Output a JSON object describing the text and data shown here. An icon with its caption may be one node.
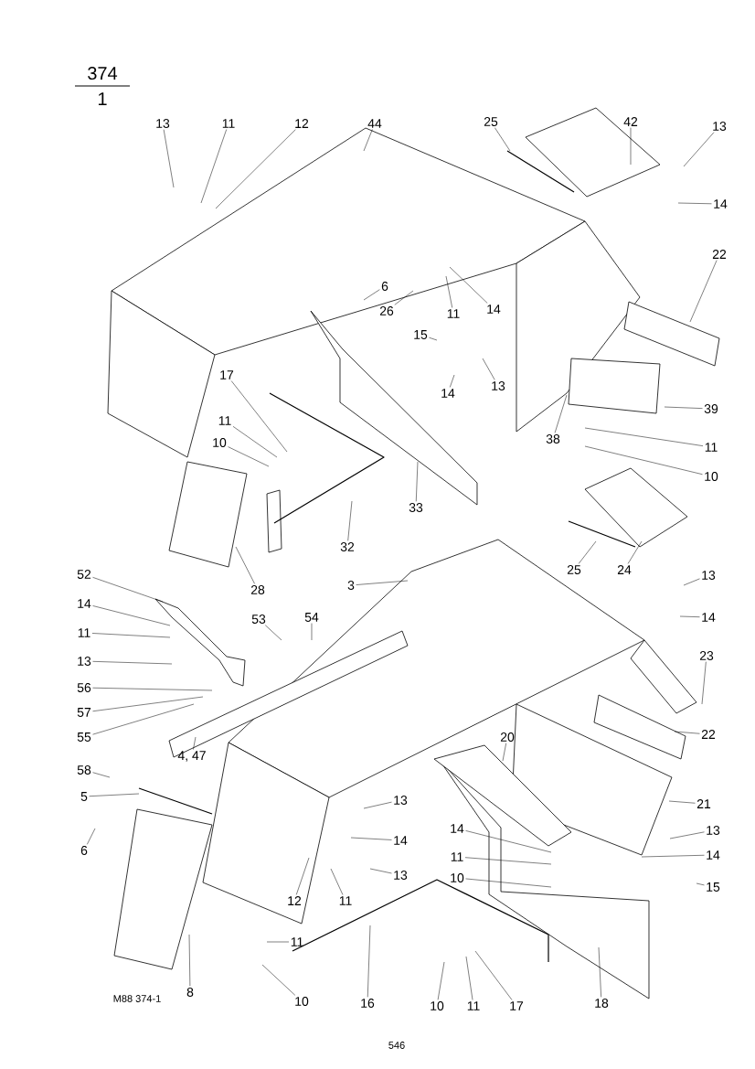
{
  "diagram": {
    "nodes": [
      {
        "text": [
          "13"
        ]
      },
      {
        "text": [
          "11"
        ]
      },
      {
        "text": [
          "12"
        ]
      },
      {
        "text": [
          "44"
        ]
      },
      {
        "text": [
          "25"
        ]
      },
      {
        "text": [
          "42"
        ]
      },
      {
        "text": [
          "13"
        ]
      },
      {
        "text": [
          "14"
        ]
      },
      {
        "text": [
          "6"
        ]
      },
      {
        "text": [
          "26"
        ]
      },
      {
        "text": [
          "11"
        ]
      },
      {
        "text": [
          "14"
        ]
      },
      {
        "text": [
          "22"
        ]
      },
      {
        "text": [
          "15"
        ]
      },
      {
        "text": [
          "14"
        ]
      },
      {
        "text": [
          "13"
        ]
      },
      {
        "text": [
          "17"
        ]
      },
      {
        "text": [
          "11"
        ]
      },
      {
        "text": [
          "10"
        ]
      },
      {
        "text": [
          "39"
        ]
      },
      {
        "text": [
          "38"
        ]
      },
      {
        "text": [
          "11"
        ]
      },
      {
        "text": [
          "10"
        ]
      },
      {
        "text": [
          "33"
        ]
      },
      {
        "text": [
          "32"
        ]
      },
      {
        "text": [
          "28"
        ]
      },
      {
        "text": [
          "25"
        ]
      },
      {
        "text": [
          "24"
        ]
      },
      {
        "text": [
          "3"
        ]
      },
      {
        "text": [
          "13"
        ]
      },
      {
        "text": [
          "14"
        ]
      },
      {
        "text": [
          "52"
        ]
      },
      {
        "text": [
          "14"
        ]
      },
      {
        "text": [
          "11"
        ]
      },
      {
        "text": [
          "13"
        ]
      },
      {
        "text": [
          "56"
        ]
      },
      {
        "text": [
          "57"
        ]
      },
      {
        "text": [
          "55"
        ]
      },
      {
        "text": [
          "53"
        ]
      },
      {
        "text": [
          "54"
        ]
      },
      {
        "text": [
          "23"
        ]
      },
      {
        "text": [
          "4, 47"
        ]
      },
      {
        "text": [
          "22"
        ]
      },
      {
        "text": [
          "20"
        ]
      },
      {
        "text": [
          "58"
        ]
      },
      {
        "text": [
          "5"
        ]
      },
      {
        "text": [
          "6"
        ]
      },
      {
        "text": [
          "13"
        ]
      },
      {
        "text": [
          "14"
        ]
      },
      {
        "text": [
          "14"
        ]
      },
      {
        "text": [
          "13"
        ]
      },
      {
        "text": [
          "21"
        ]
      },
      {
        "text": [
          "11"
        ]
      },
      {
        "text": [
          "14"
        ]
      },
      {
        "text": [
          "13"
        ]
      },
      {
        "text": [
          "12"
        ]
      },
      {
        "text": [
          "11"
        ]
      },
      {
        "text": [
          "10"
        ]
      },
      {
        "text": [
          "15"
        ]
      },
      {
        "text": [
          "11"
        ]
      },
      {
        "text": [
          "8"
        ]
      },
      {
        "text": [
          "10"
        ]
      },
      {
        "text": [
          "16"
        ]
      },
      {
        "text": [
          "10"
        ]
      },
      {
        "text": [
          "11"
        ]
      },
      {
        "text": [
          "17"
        ]
      },
      {
        "text": [
          "18"
        ]
      }
    ],
    "edges": [
      {
        "from": 0,
        "to": null,
        "arrow": "none"
      },
      {
        "from": 1,
        "to": null,
        "arrow": "none"
      },
      {
        "from": 2,
        "to": null,
        "arrow": "none"
      },
      {
        "from": 3,
        "to": null,
        "arrow": "none"
      },
      {
        "from": 4,
        "to": null,
        "arrow": "none"
      },
      {
        "from": 5,
        "to": null,
        "arrow": "none"
      },
      {
        "from": 6,
        "to": null,
        "arrow": "none"
      },
      {
        "from": 7,
        "to": null,
        "arrow": "none"
      },
      {
        "from": 8,
        "to": null,
        "arrow": "none"
      },
      {
        "from": 9,
        "to": null,
        "arrow": "none"
      },
      {
        "from": 10,
        "to": null,
        "arrow": "none"
      },
      {
        "from": 11,
        "to": null,
        "arrow": "none"
      },
      {
        "from": 12,
        "to": null,
        "arrow": "none"
      },
      {
        "from": 13,
        "to": null,
        "arrow": "none"
      },
      {
        "from": 14,
        "to": null,
        "arrow": "none"
      },
      {
        "from": 15,
        "to": null,
        "arrow": "none"
      },
      {
        "from": 16,
        "to": null,
        "arrow": "none"
      },
      {
        "from": 17,
        "to": null,
        "arrow": "none"
      },
      {
        "from": 18,
        "to": null,
        "arrow": "none"
      },
      {
        "from": 19,
        "to": null,
        "arrow": "none"
      },
      {
        "from": 20,
        "to": null,
        "arrow": "none"
      },
      {
        "from": 21,
        "to": null,
        "arrow": "none"
      },
      {
        "from": 22,
        "to": null,
        "arrow": "none"
      },
      {
        "from": 23,
        "to": null,
        "arrow": "none"
      },
      {
        "from": 24,
        "to": null,
        "arrow": "none"
      },
      {
        "from": 25,
        "to": null,
        "arrow": "none"
      },
      {
        "from": 26,
        "to": null,
        "arrow": "none"
      },
      {
        "from": 27,
        "to": null,
        "arrow": "none"
      },
      {
        "from": 28,
        "to": null,
        "arrow": "none"
      },
      {
        "from": 29,
        "to": null,
        "arrow": "none"
      },
      {
        "from": 30,
        "to": null,
        "arrow": "none"
      },
      {
        "from": 31,
        "to": null,
        "arrow": "none"
      },
      {
        "from": 32,
        "to": null,
        "arrow": "none"
      },
      {
        "from": 33,
        "to": null,
        "arrow": "none"
      },
      {
        "from": 34,
        "to": null,
        "arrow": "none"
      },
      {
        "from": 35,
        "to": null,
        "arrow": "none"
      },
      {
        "from": 36,
        "to": null,
        "arrow": "none"
      },
      {
        "from": 37,
        "to": null,
        "arrow": "none"
      },
      {
        "from": 38,
        "to": null,
        "arrow": "none"
      },
      {
        "from": 39,
        "to": null,
        "arrow": "none"
      },
      {
        "from": 40,
        "to": null,
        "arrow": "none"
      },
      {
        "from": 41,
        "to": null,
        "arrow": "none"
      },
      {
        "from": 42,
        "to": null,
        "arrow": "none"
      },
      {
        "from": 43,
        "to": null,
        "arrow": "none"
      },
      {
        "from": 44,
        "to": null,
        "arrow": "none"
      },
      {
        "from": 45,
        "to": null,
        "arrow": "none"
      },
      {
        "from": 46,
        "to": null,
        "arrow": "none"
      },
      {
        "from": 47,
        "to": null,
        "arrow": "none"
      },
      {
        "from": 48,
        "to": null,
        "arrow": "none"
      },
      {
        "from": 49,
        "to": null,
        "arrow": "none"
      },
      {
        "from": 50,
        "to": null,
        "arrow": "none"
      },
      {
        "from": 51,
        "to": null,
        "arrow": "none"
      },
      {
        "from": 52,
        "to": null,
        "arrow": "none"
      },
      {
        "from": 53,
        "to": null,
        "arrow": "none"
      },
      {
        "from": 54,
        "to": null,
        "arrow": "none"
      },
      {
        "from": 55,
        "to": null,
        "arrow": "none"
      },
      {
        "from": 56,
        "to": null,
        "arrow": "none"
      },
      {
        "from": 57,
        "to": null,
        "arrow": "none"
      },
      {
        "from": 58,
        "to": null,
        "arrow": "none"
      },
      {
        "from": 59,
        "to": null,
        "arrow": "none"
      },
      {
        "from": 60,
        "to": null,
        "arrow": "none"
      },
      {
        "from": 61,
        "to": null,
        "arrow": "none"
      },
      {
        "from": 62,
        "to": null,
        "arrow": "none"
      },
      {
        "from": 63,
        "to": null,
        "arrow": "none"
      },
      {
        "from": 64,
        "to": null,
        "arrow": "none"
      },
      {
        "from": 65,
        "to": null,
        "arrow": "none"
      },
      {
        "from": 66,
        "to": null,
        "arrow": "none"
      }
    ],
    "labels": [
      "374",
      "1",
      "M88 374-1",
      "546"
    ]
  }
}
